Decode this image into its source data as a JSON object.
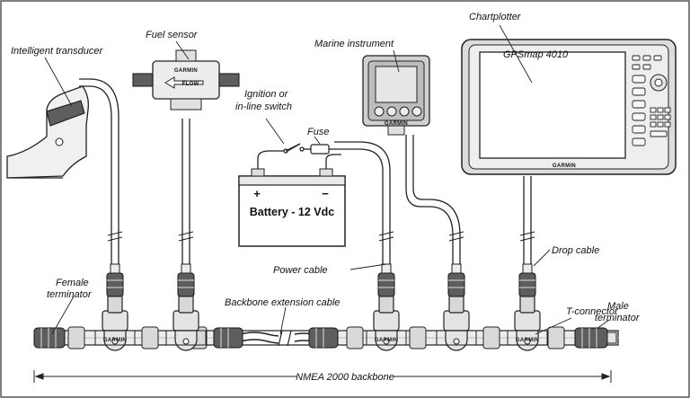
{
  "labels": {
    "intelligent_transducer": "Intelligent transducer",
    "fuel_sensor": "Fuel sensor",
    "ignition_line1": "Ignition or",
    "ignition_line2": "in-line switch",
    "fuse": "Fuse",
    "marine_instrument": "Marine instrument",
    "chartplotter": "Chartplotter",
    "battery": "Battery - 12 Vdc",
    "plus": "+",
    "minus": "−",
    "power_cable": "Power cable",
    "drop_cable": "Drop cable",
    "female_terminator_line1": "Female",
    "female_terminator_line2": "terminator",
    "backbone_extension_cable": "Backbone extension cable",
    "t_connector": "T-connector",
    "male_terminator_line1": "Male",
    "male_terminator_line2": "terminator",
    "nmea_backbone": "NMEA 2000 backbone"
  },
  "brand": {
    "garmin": "GARMIN",
    "fuel_flow": "FLOW",
    "fuel_brand": "GARMIN",
    "plotter_model": "GPSmap 4010"
  },
  "colors": {
    "line": "#222222",
    "fill_light": "#e9e9e9",
    "fill_mid": "#cfcfcf",
    "fill_dark": "#6b6b6b",
    "screen": "#e6e6e6"
  }
}
